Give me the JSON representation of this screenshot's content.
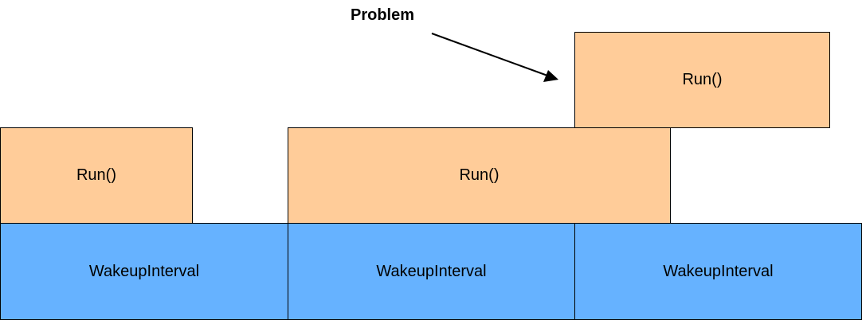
{
  "colors": {
    "run_fill": "#ffcc99",
    "wakeup_fill": "#66b2ff",
    "stroke": "#000000"
  },
  "annotation": {
    "label": "Problem"
  },
  "run_boxes": [
    {
      "label": "Run()"
    },
    {
      "label": "Run()"
    },
    {
      "label": "Run()"
    }
  ],
  "wakeup_boxes": [
    {
      "label": "WakeupInterval"
    },
    {
      "label": "WakeupInterval"
    },
    {
      "label": "WakeupInterval"
    }
  ]
}
